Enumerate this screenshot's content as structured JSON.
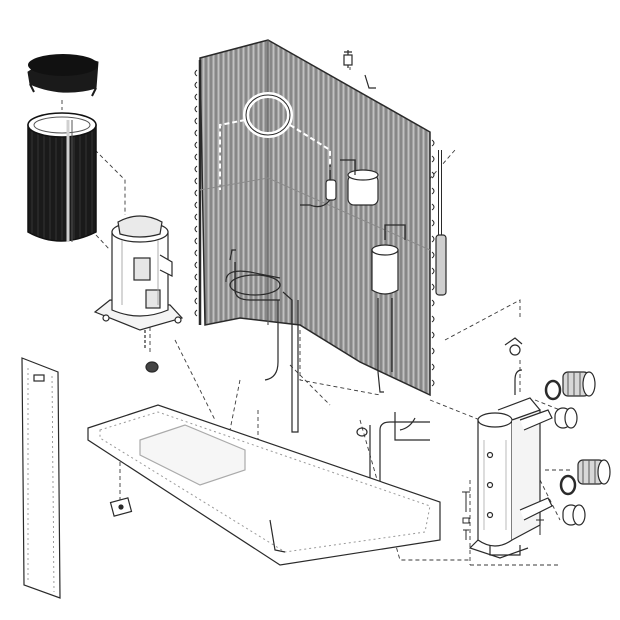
{
  "diagram": {
    "style": "exploded-view line drawing",
    "colors": {
      "line": "#2a2a2a",
      "dark_fill": "#1a1a1a",
      "coil_fill": "#9a9a9a",
      "fin_lines": "#6e6e6e",
      "pipe_fill": "#ffffff",
      "background": "#ffffff"
    },
    "parts": [
      {
        "name": "fan-guard-cap-part",
        "icon": "cap-icon"
      },
      {
        "name": "sound-jacket-part",
        "icon": "cylinder-icon"
      },
      {
        "name": "compressor-part",
        "icon": "compressor-icon"
      },
      {
        "name": "condenser-coil-part",
        "icon": "coil-icon"
      },
      {
        "name": "side-panel-part",
        "icon": "panel-icon"
      },
      {
        "name": "base-pan-part",
        "icon": "tray-icon"
      },
      {
        "name": "heat-exchanger-part",
        "icon": "exchanger-icon"
      },
      {
        "name": "accumulator-part",
        "icon": "cylinder-icon"
      },
      {
        "name": "four-way-valve-part",
        "icon": "valve-icon"
      },
      {
        "name": "pipe-fittings-part",
        "icon": "fitting-icon"
      }
    ]
  }
}
